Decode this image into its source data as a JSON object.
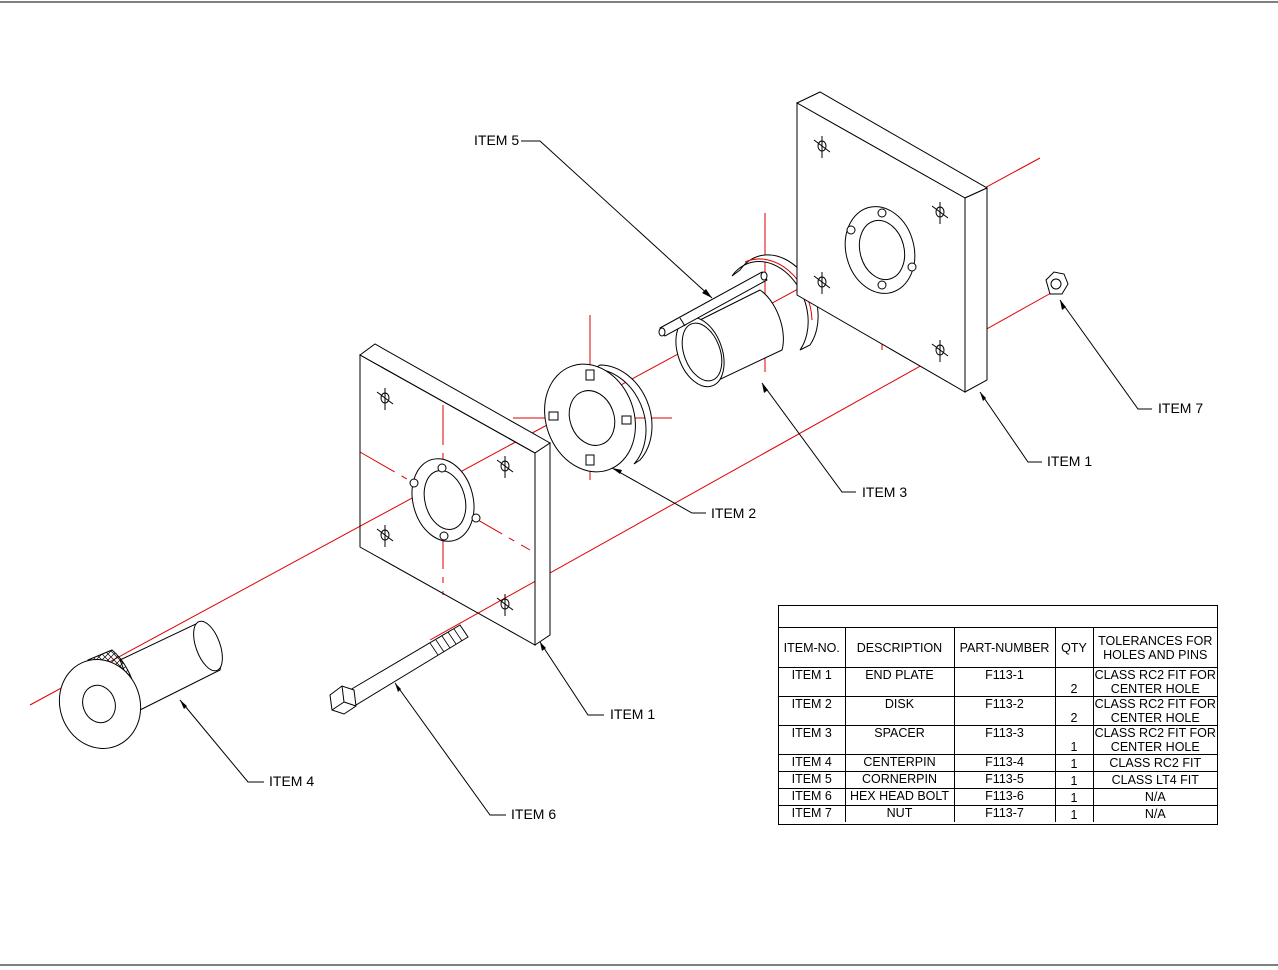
{
  "callouts": {
    "item1_top": "ITEM 1",
    "item1_bottom": "ITEM 1",
    "item2": "ITEM 2",
    "item3": "ITEM 3",
    "item4": "ITEM 4",
    "item5": "ITEM 5",
    "item6": "ITEM 6",
    "item7": "ITEM 7"
  },
  "bom": {
    "headers": {
      "item_no": "ITEM-NO.",
      "description": "DESCRIPTION",
      "part_number": "PART-NUMBER",
      "qty": "QTY",
      "tolerances": "TOLERANCES FOR HOLES AND PINS"
    },
    "rows": [
      {
        "item": "ITEM 1",
        "description": "END PLATE",
        "part_number": "F113-1",
        "qty": "2",
        "tolerance": "CLASS RC2 FIT FOR CENTER HOLE"
      },
      {
        "item": "ITEM 2",
        "description": "DISK",
        "part_number": "F113-2",
        "qty": "2",
        "tolerance": "CLASS RC2 FIT FOR CENTER HOLE"
      },
      {
        "item": "ITEM 3",
        "description": "SPACER",
        "part_number": "F113-3",
        "qty": "1",
        "tolerance": "CLASS RC2 FIT FOR CENTER HOLE"
      },
      {
        "item": "ITEM 4",
        "description": "CENTERPIN",
        "part_number": "F113-4",
        "qty": "1",
        "tolerance": "CLASS RC2 FIT"
      },
      {
        "item": "ITEM 5",
        "description": "CORNERPIN",
        "part_number": "F113-5",
        "qty": "1",
        "tolerance": "CLASS LT4 FIT"
      },
      {
        "item": "ITEM 6",
        "description": "HEX HEAD BOLT",
        "part_number": "F113-6",
        "qty": "1",
        "tolerance": "N/A"
      },
      {
        "item": "ITEM 7",
        "description": "NUT",
        "part_number": "F113-7",
        "qty": "1",
        "tolerance": "N/A"
      }
    ]
  },
  "colors": {
    "line": "#000000",
    "centerline": "#e00000"
  }
}
